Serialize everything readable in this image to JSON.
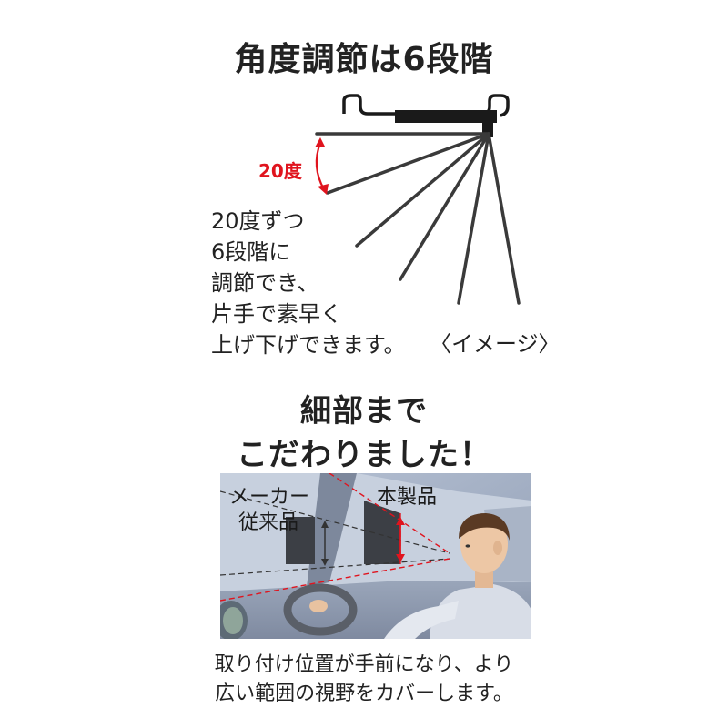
{
  "section1": {
    "title": "角度調節は6段階",
    "angle_label": "20度",
    "description_lines": [
      "20度ずつ",
      "6段階に",
      "調節でき、",
      "片手で素早く",
      "上げ下げできます。"
    ],
    "image_note": "〈イメージ〉"
  },
  "section2": {
    "title_lines": [
      "細部まで",
      "こだわりました！"
    ],
    "conventional_label_lines": [
      "メーカー",
      "従来品"
    ],
    "product_label": "本製品",
    "caption_lines": [
      "取り付け位置が手前になり、より",
      "広い範囲の視野をカバーします。"
    ]
  },
  "colors": {
    "accent_red": "#e0141e",
    "arm_color": "#3a3a3a",
    "text_color": "#222222"
  }
}
